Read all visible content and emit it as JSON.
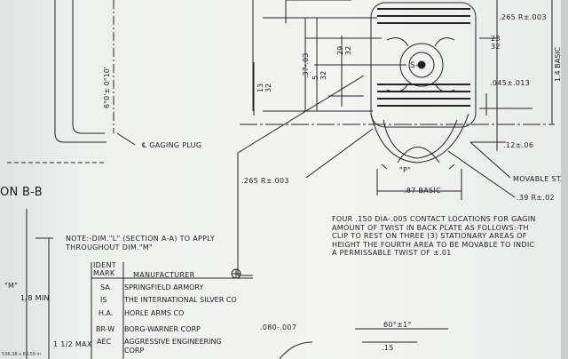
{
  "drawing": {
    "dim_265_top": ".265 R±.003",
    "dim_23_32": "23\n32",
    "dim_37_03": ".37-.03",
    "dim_29_32": "29\n32",
    "dim_5_32": "5\n32",
    "dim_basic_14": "1.4 BASIC",
    "dim_045": ".045±.013",
    "dim_13_32": "13\n32",
    "dim_6deg": "6°0'± 0°10'",
    "gaging_plug": "℄ GAGING PLUG",
    "dim_12": ".12±.06",
    "label_p": "\"P\"",
    "movable_sta": "MOVABLE STA",
    "dim_265_left": ".265 R±.003",
    "dim_87": ".87 BASIC",
    "dim_39": ".39 R±.02",
    "section_bb": "ON B-B",
    "center_label": "S-A",
    "note_contact": "FOUR .150 DIA-.005 CONTACT LOCATIONS FOR GAGIN\nAMOUNT OF TWIST IN BACK PLATE AS FOLLOWS:-TH\nCLIP TO REST ON THREE (3) STATIONARY AREAS OF\nHEIGHT THE FOURTH AREA TO BE MOVABLE TO INDIC\nA PERMISSABLE TWIST OF ±.01",
    "note_dim_l": "NOTE:-DIM.\"L\" (SECTION A-A) TO APPLY\nTHROUGHOUT DIM.\"M\"",
    "m_label": "\"M\"",
    "min_label": "1/8 MIN",
    "max_label": "1 1/2 MAX",
    "dim_080": ".080-.007",
    "dim_60deg": "60°±1°",
    "dim_15": ".15",
    "footer": "536.38 x 83.59 in"
  },
  "table": {
    "headers": [
      "IDENT\nMARK",
      "MANUFACTURER"
    ],
    "rows": [
      {
        "mark": "SA",
        "name": "SPRINGFIELD ARMORY"
      },
      {
        "mark": "IS",
        "name": "THE INTERNATIONAL SILVER CO"
      },
      {
        "mark": "H.A.",
        "name": "HORLE ARMS CO"
      },
      {
        "mark": "BR-W",
        "name": "BORG-WARNER CORP"
      },
      {
        "mark": "AEC",
        "name": "AGGRESSIVE ENGINEERING\nCORP"
      }
    ]
  }
}
